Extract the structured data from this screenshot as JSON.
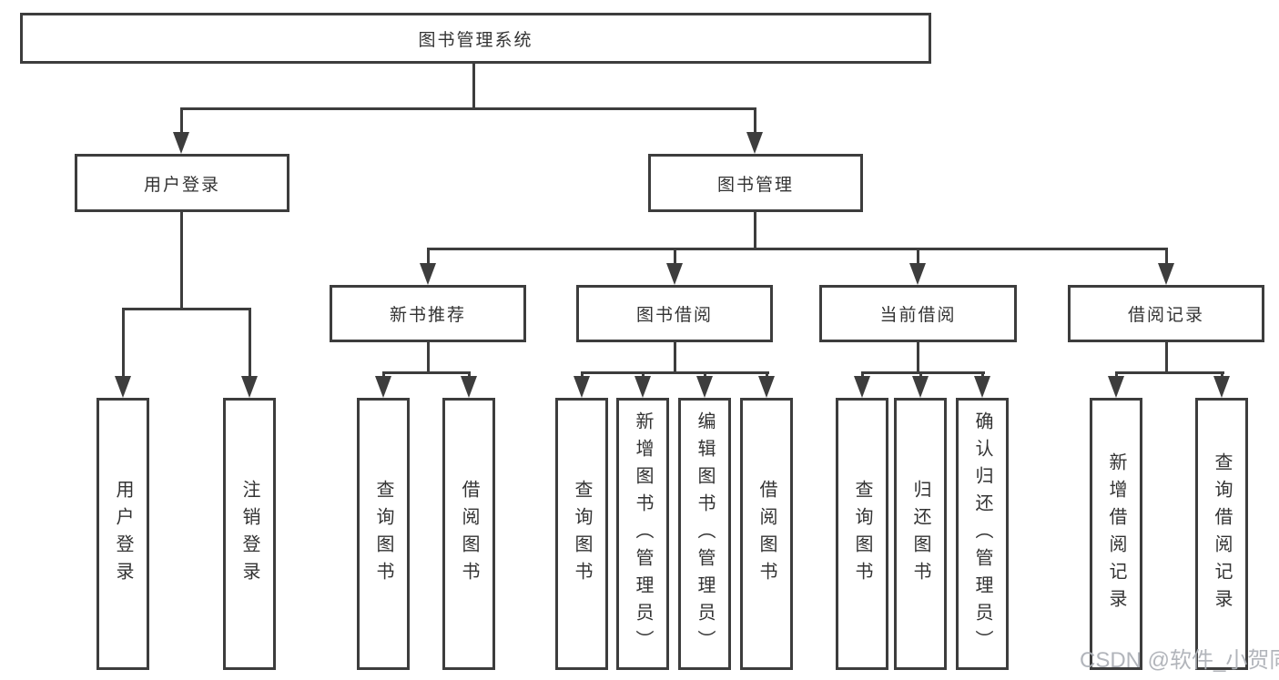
{
  "diagram_title": "图书管理系统",
  "colors": {
    "line": "#3d3d3d",
    "text": "#333333",
    "background": "#ffffff",
    "watermark": "#aeb2b8"
  },
  "watermark": {
    "text": "CSDN @软件_小贺同学"
  },
  "tree": {
    "label": "图书管理系统",
    "children": [
      {
        "label": "用户登录",
        "children": [
          {
            "label": "用户登录"
          },
          {
            "label": "注销登录"
          }
        ]
      },
      {
        "label": "图书管理",
        "children": [
          {
            "label": "新书推荐",
            "children": [
              {
                "label": "查询图书"
              },
              {
                "label": "借阅图书"
              }
            ]
          },
          {
            "label": "图书借阅",
            "children": [
              {
                "label": "查询图书"
              },
              {
                "label": "新增图书（管理员）"
              },
              {
                "label": "编辑图书（管理员）"
              },
              {
                "label": "借阅图书"
              }
            ]
          },
          {
            "label": "当前借阅",
            "children": [
              {
                "label": "查询图书"
              },
              {
                "label": "归还图书"
              },
              {
                "label": "确认归还（管理员）"
              }
            ]
          },
          {
            "label": "借阅记录",
            "children": [
              {
                "label": "新增借阅记录"
              },
              {
                "label": "查询借阅记录"
              }
            ]
          }
        ]
      }
    ]
  }
}
